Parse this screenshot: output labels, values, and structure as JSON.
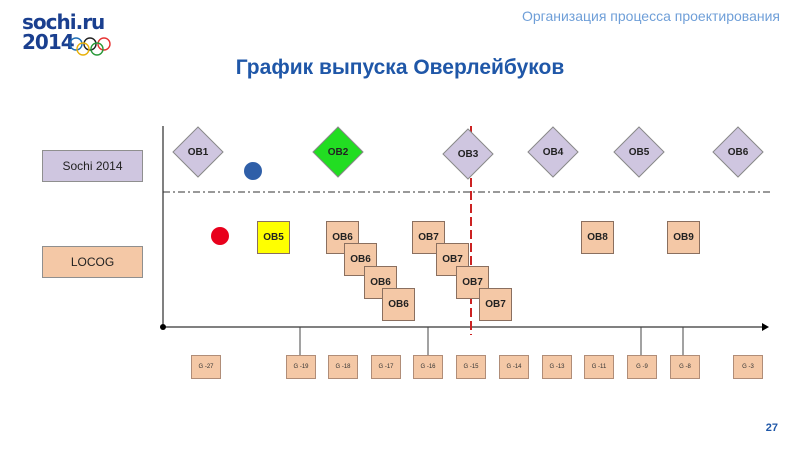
{
  "logo": {
    "line1": "sochi.ru",
    "line2": "2014"
  },
  "header": {
    "title": "Организация процесса проектирования"
  },
  "main_title": "График выпуска Оверлейбуков",
  "lanes": {
    "sochi": "Sochi 2014",
    "locog": "LOCOG"
  },
  "diamonds": [
    {
      "label": "OB1",
      "color": "#cfc6e0"
    },
    {
      "label": "OB2",
      "color": "#22dd22"
    },
    {
      "label": "OB3",
      "color": "#cfc6e0"
    },
    {
      "label": "OB4",
      "color": "#cfc6e0"
    },
    {
      "label": "OB5",
      "color": "#cfc6e0"
    },
    {
      "label": "OB6",
      "color": "#cfc6e0"
    }
  ],
  "locog_boxes": [
    {
      "label": "OB5",
      "color": "#ffff00"
    },
    {
      "label": "OB6"
    },
    {
      "label": "OB6"
    },
    {
      "label": "OB6"
    },
    {
      "label": "OB6"
    },
    {
      "label": "OB7"
    },
    {
      "label": "OB7"
    },
    {
      "label": "OB7"
    },
    {
      "label": "OB7"
    },
    {
      "label": "OB8"
    },
    {
      "label": "OB9"
    }
  ],
  "timeline_labels": [
    "G -27",
    "G -19",
    "G -18",
    "G -17",
    "G -16",
    "G -15",
    "G -14",
    "G -13",
    "G -11",
    "G -9",
    "G -8",
    "G -3"
  ],
  "colors": {
    "blue_dot": "#2f5fa8",
    "red_dot": "#e8001c",
    "deadline": "#cc2222"
  },
  "page_number": "27"
}
